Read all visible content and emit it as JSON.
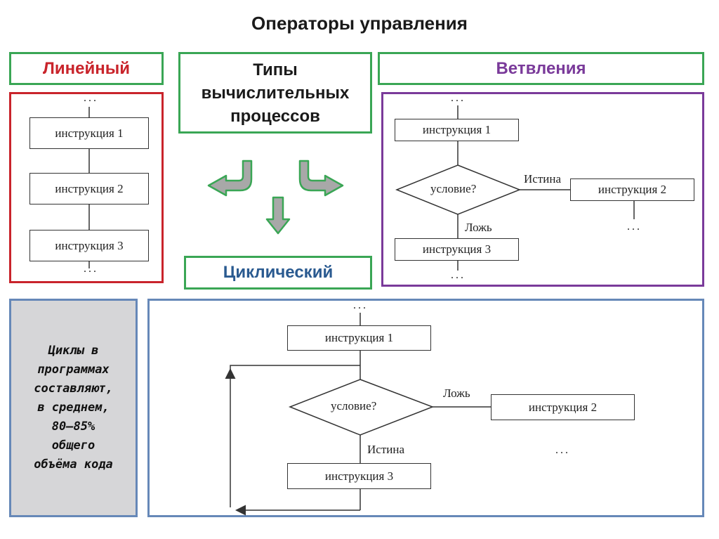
{
  "title": "Операторы управления",
  "center_box": "Типы вычислительных процессов",
  "linear": {
    "header": "Линейный",
    "header_color": "#c9242b",
    "dots": "...",
    "instructions": [
      "инструкция 1",
      "инструкция 2",
      "инструкция 3"
    ]
  },
  "branching": {
    "header": "Ветвления",
    "header_color": "#7a3a9a",
    "dots": "...",
    "instruction_1": "инструкция 1",
    "condition": "условие?",
    "true_label": "Истина",
    "false_label": "Ложь",
    "instruction_2": "инструкция 2",
    "instruction_3": "инструкция 3"
  },
  "cyclic": {
    "header": "Циклический",
    "header_color": "#2a5a90",
    "dots": "...",
    "instruction_1": "инструкция 1",
    "condition": "условие?",
    "false_label": "Ложь",
    "true_label": "Истина",
    "instruction_2": "инструкция 2",
    "instruction_3": "инструкция 3"
  },
  "side_note": {
    "lines": [
      "Циклы в",
      "программах",
      "составляют,",
      "в среднем,",
      "80–85%",
      "общего",
      "объёма кода"
    ]
  },
  "colors": {
    "arrow_fill": "#a8a8a8",
    "arrow_stroke": "#3aa655",
    "box_border": "#3aa655"
  }
}
